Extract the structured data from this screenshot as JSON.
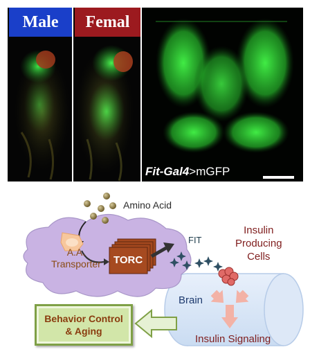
{
  "figure": {
    "male_label": "Male",
    "female_label": "Femal",
    "caption_gene": "Fit-Gal4",
    "caption_rest": ">mGFP"
  },
  "diagram": {
    "amino_acid": "Amino Acid",
    "transporter_line1": "A.A.",
    "transporter_line2": "Transporter",
    "torc": "TORC",
    "fit": "FIT",
    "ipc_line1": "Insulin",
    "ipc_line2": "Producing",
    "ipc_line3": "Cells",
    "brain": "Brain",
    "insulin_signaling": "Insulin Signaling",
    "behavior_line1": "Behavior Control",
    "behavior_line2": "& Aging"
  },
  "colors": {
    "gfp_green": "#35e23a",
    "male_blue": "#1a3fc9",
    "female_red": "#9c1a1f",
    "cloud_lavender": "#c9b3e3",
    "torc_brown": "#a4481e",
    "brain_blue": "#dbe8f7",
    "arrow_pink": "#f3b2a6",
    "behavior_green": "#d2e6a9"
  }
}
